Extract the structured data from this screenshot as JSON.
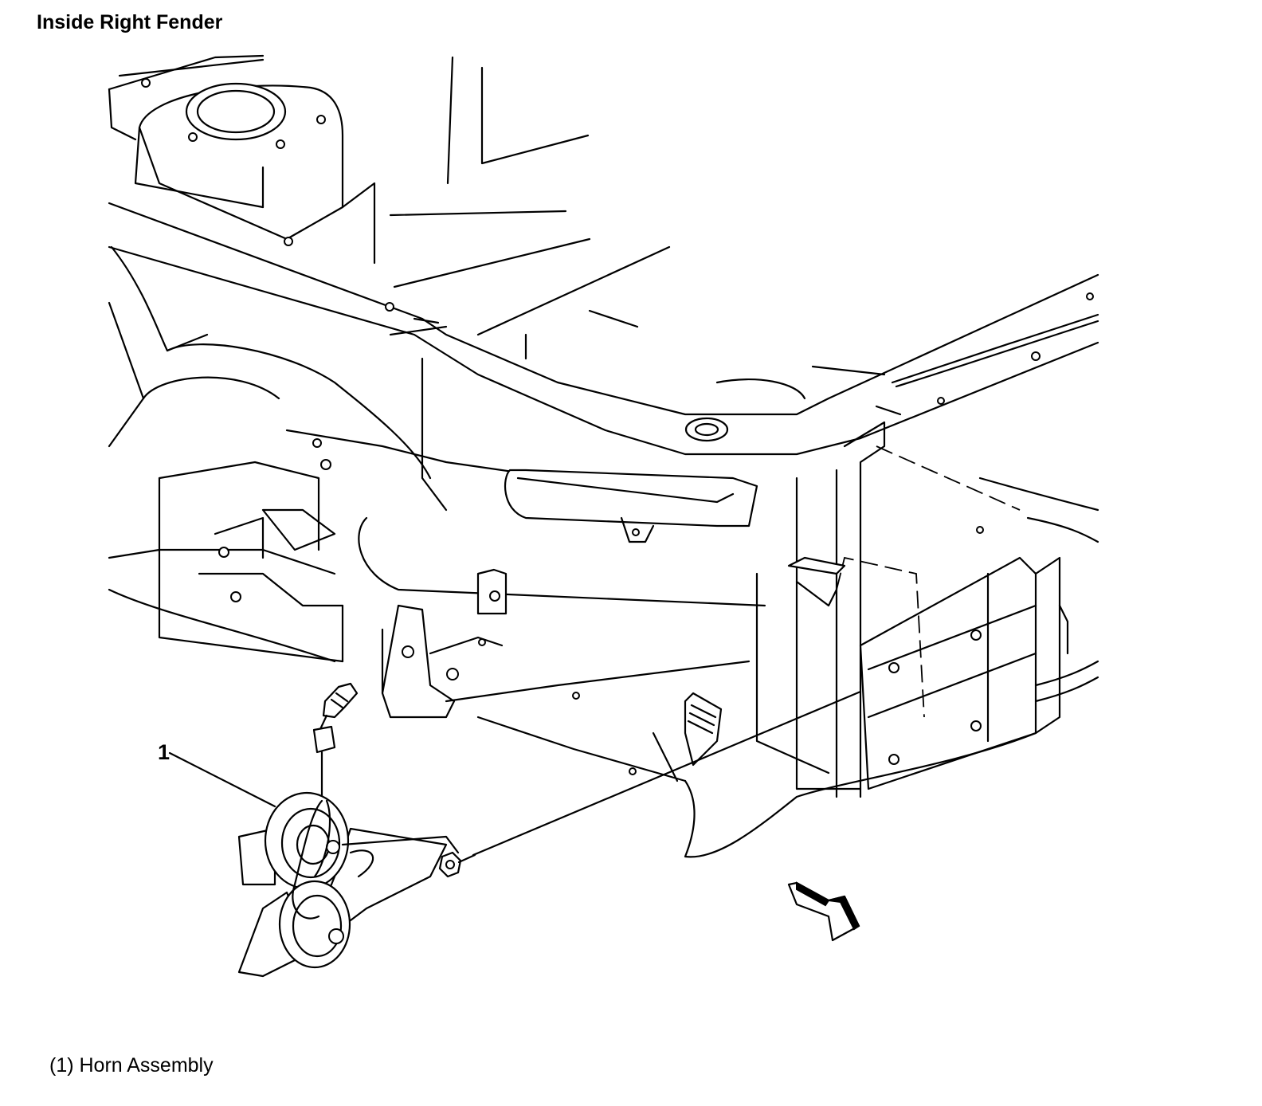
{
  "header": {
    "title": "Inside Right Fender"
  },
  "diagram": {
    "callouts": [
      {
        "number": "1",
        "part": "horn"
      }
    ],
    "legend": [
      {
        "label": "(1) Horn Assembly"
      }
    ]
  }
}
